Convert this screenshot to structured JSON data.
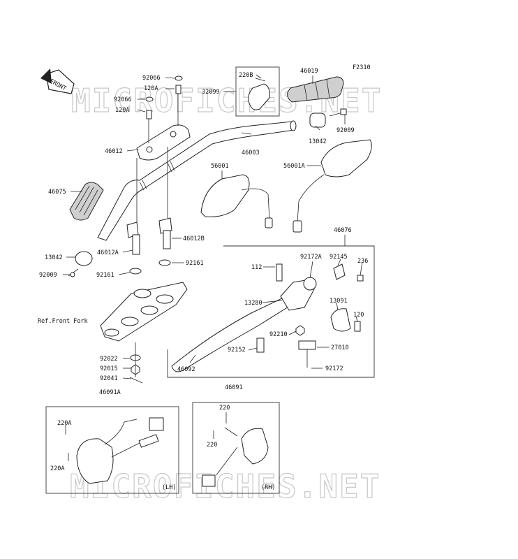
{
  "figure_code": "F2310",
  "front_indicator": "FRONT",
  "watermark": "MICROFICHES.NET",
  "ref_label": "Ref.Front Fork",
  "side_labels": {
    "left": "(LH)",
    "right": "(RH)"
  },
  "parts": {
    "p92066a": "92066",
    "p120Aa": "120A",
    "p92066b": "92066",
    "p120Ab": "120A",
    "p46012": "46012",
    "p46075": "46075",
    "p13042a": "13042",
    "p92009a": "92009",
    "p46012A": "46012A",
    "p46012B": "46012B",
    "p92161a": "92161",
    "p92161b": "92161",
    "p92022": "92022",
    "p92015": "92015",
    "p92041": "92041",
    "p220B": "220B",
    "p32099": "32099",
    "p46019": "46019",
    "p46003": "46003",
    "p56001": "56001",
    "p56001A": "56001A",
    "p13042b": "13042",
    "p92009b": "92009",
    "p46076": "46076",
    "p112": "112",
    "p92172A": "92172A",
    "p92145": "92145",
    "p236": "236",
    "p13280": "13280",
    "p13091": "13091",
    "p120": "120",
    "p92210": "92210",
    "p27010": "27010",
    "p92152": "92152",
    "p92172": "92172",
    "p46092": "46092",
    "p46091A": "46091A",
    "p46091": "46091",
    "p220Aa": "220A",
    "p220Ab": "220A",
    "p220a": "220",
    "p220b": "220"
  }
}
